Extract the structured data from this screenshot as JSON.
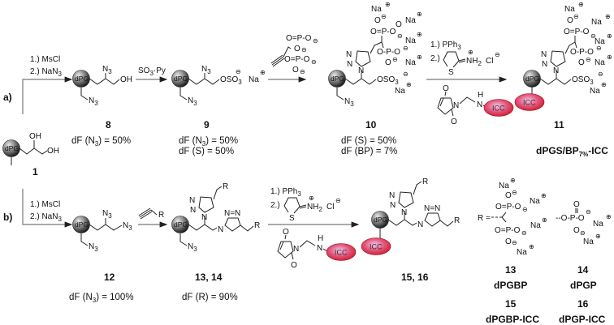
{
  "sections": {
    "a": "a)",
    "b": "b)"
  },
  "core_label": "dPG",
  "icc_label": "ICC",
  "atoms": {
    "OH": "OH",
    "N": "N",
    "N3": "N",
    "sub3": "3",
    "sub2": "2",
    "Na": "Na",
    "O": "O",
    "P": "P",
    "S": "S",
    "R": "R",
    "Cl": "Cl",
    "H": "H",
    "NH": "NH",
    "OSO": "OSO",
    "NN": "N=N",
    "plus": "⊕",
    "minus": "⊖",
    "po_eq": "O=P-O",
    "po_dash": "O-P-O",
    "R_eq": "R =",
    "phos": "--O-P-O"
  },
  "reagents": {
    "a1_step1": "1.) MsCl",
    "a1_step2": "2.) NaN",
    "a2": "SO",
    "a2_tail": "·Py",
    "a4_step1": "1.) PPh",
    "a4_step2": "2.)",
    "b1_step1": "1.) MsCl",
    "b1_step2": "2.) NaN",
    "b3_step1": "1.) PPh",
    "b3_step2": "2.)"
  },
  "compounds": {
    "c1": {
      "number": "1"
    },
    "c8": {
      "number": "8",
      "df": [
        {
          "pre": "dF (N",
          "post": ") = 50%"
        }
      ]
    },
    "c9": {
      "number": "9",
      "df": [
        {
          "pre": "dF (N",
          "post": ") = 50%"
        },
        {
          "text": "dF (S) = 50%"
        }
      ]
    },
    "c10": {
      "number": "10",
      "df": [
        {
          "text": "dF (S) = 50%"
        },
        {
          "text": "dF (BP) = 7%"
        }
      ]
    },
    "c11": {
      "number": "11",
      "name_pre": "dPGS/BP",
      "name_sub": "7%",
      "name_post": "-ICC"
    },
    "c12": {
      "number": "12",
      "df": [
        {
          "pre": "dF (N",
          "post": ") = 100%"
        }
      ]
    },
    "c1314": {
      "number": "13, 14",
      "df": [
        {
          "text": "dF (R) = 90%"
        }
      ]
    },
    "c1516": {
      "number": "15, 16"
    },
    "r13": {
      "number": "13",
      "name": "dPGBP"
    },
    "r14": {
      "number": "14",
      "name": "dPGP"
    },
    "r15": {
      "number": "15",
      "name": "dPGBP-ICC"
    },
    "r16": {
      "number": "16",
      "name": "dPGP-ICC"
    }
  }
}
